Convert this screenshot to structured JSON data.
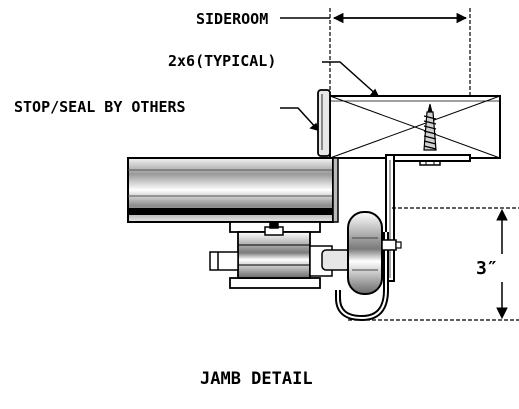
{
  "labels": {
    "sideroom": "SIDEROOM",
    "lumber": "2x6(TYPICAL)",
    "stop_seal": "STOP/SEAL BY OTHERS",
    "dimension": "3″",
    "title": "JAMB DETAIL"
  },
  "colors": {
    "ink": "#000000",
    "paper": "#ffffff",
    "tint": "#c8c8c8"
  }
}
